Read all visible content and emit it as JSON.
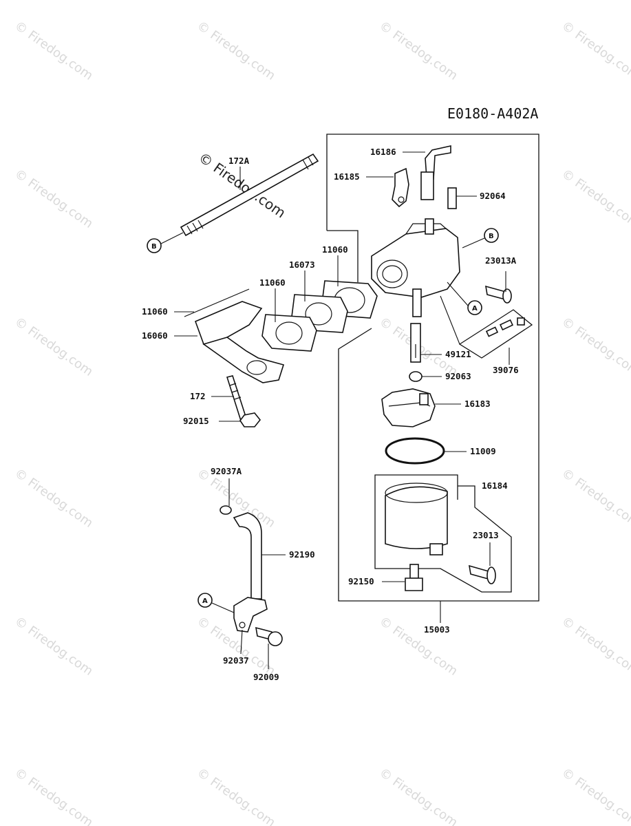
{
  "diagram_code": "E0180-A402A",
  "main_watermark": "© Firedog.com",
  "watermark": "© Firedog.com",
  "ref_letters": {
    "a": "A",
    "b": "B"
  },
  "parts": {
    "p172A": "172A",
    "p16186": "16186",
    "p16185": "16185",
    "p92064": "92064",
    "p11060_top": "11060",
    "p16073": "16073",
    "p11060_mid": "11060",
    "p23013A": "23013A",
    "p11060_left": "11060",
    "p16060": "16060",
    "p49121": "49121",
    "p39076": "39076",
    "p92063": "92063",
    "p172": "172",
    "p16183": "16183",
    "p92015": "92015",
    "p11009": "11009",
    "p92037A": "92037A",
    "p16184": "16184",
    "p92190": "92190",
    "p23013": "23013",
    "p92150": "92150",
    "p15003": "15003",
    "p92037": "92037",
    "p92009": "92009"
  }
}
